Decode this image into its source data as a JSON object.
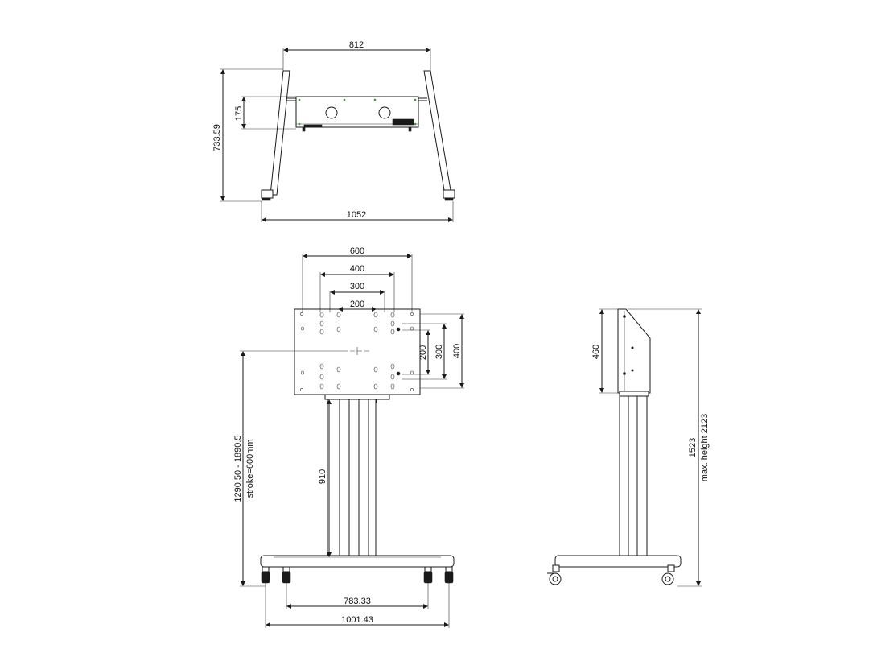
{
  "top_view": {
    "width": "812",
    "depth": "175",
    "overall_depth": "733.59",
    "overall_width": "1052"
  },
  "front_view": {
    "vesa_600": "600",
    "vesa_400": "400",
    "vesa_300": "300",
    "vesa_200": "200",
    "vesa_v_200": "200",
    "vesa_v_300": "300",
    "vesa_v_400": "400",
    "column": "910",
    "height_range": "1290.50 - 1890.5",
    "stroke": "stroke=600mm",
    "wheel_span": "783.33",
    "base_width": "1001.43"
  },
  "side_view": {
    "plate_height": "460",
    "height": "1523",
    "max_height": "max. height 2123"
  },
  "colors": {
    "line": "#1a1a1a",
    "accent_marks": "#2e9e2e"
  }
}
